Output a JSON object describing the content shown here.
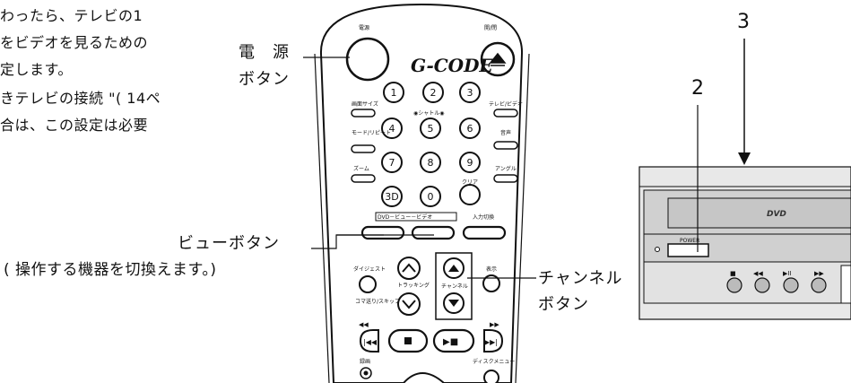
{
  "intro_lines": [
    "わったら、テレビの1",
    "をビデオを見るための",
    "定します。",
    "きテレビの接続 \"( 14ペ",
    "合は、この設定は必要"
  ],
  "callouts": {
    "power_line1": "電　源",
    "power_line2": "ボタン",
    "view_line1": "ビューボタン",
    "view_line2": "( 操作する機器を切換えます。)",
    "channel_line1": "チャンネル",
    "channel_line2": "ボタン"
  },
  "numbers": {
    "two": "2",
    "three": "3"
  },
  "remote": {
    "power_label": "電源",
    "open_close_label": "開/閉",
    "brand": "G-CODE",
    "keys": [
      "1",
      "2",
      "3",
      "4",
      "5",
      "6",
      "7",
      "8",
      "9",
      "3D",
      "0"
    ],
    "shuttle": "◉シャトル◉",
    "left_labels": [
      "画面サイズ",
      "モード/リピート",
      "ズーム"
    ],
    "right_labels": [
      "テレビ/ビデオ",
      "音声",
      "アングル",
      "クリア"
    ],
    "view_bar_label": "DVD－ビュー－ビデオ",
    "input_label": "入力切換",
    "digest_label": "ダイジェスト",
    "tracking_label": "トラッキング",
    "channel_label": "チャンネル",
    "display_label": "表示",
    "frame_label": "コマ送り/スキップ",
    "record_label": "録画",
    "disc_menu_label": "ディスクメニュー"
  },
  "player": {
    "logo": "DVD",
    "power_label": "POWER"
  }
}
